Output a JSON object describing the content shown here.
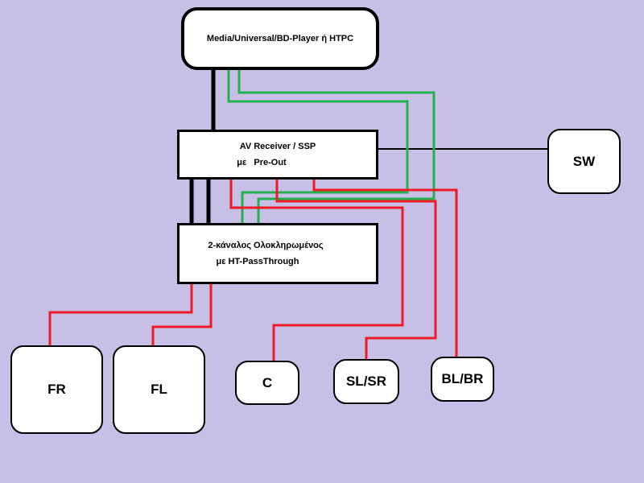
{
  "diagram": {
    "source": {
      "label": "Media/Universal/BD-Player ή HTPC"
    },
    "receiver": {
      "line1": "AV Receiver / SSP",
      "line2": "με   Pre-Out"
    },
    "amplifier": {
      "line1": "2-κάναλος Ολοκληρωμένος",
      "line2": "με HT-PassThrough"
    },
    "speakers": {
      "sw": "SW",
      "fr": "FR",
      "fl": "FL",
      "c": "C",
      "slsr": "SL/SR",
      "blbr": "BL/BR"
    },
    "colors": {
      "background": "#c8bfe7",
      "box_fill": "#ffffff",
      "connection_black": "#000000",
      "connection_red": "#ed1c24",
      "connection_green": "#22b14c"
    }
  }
}
